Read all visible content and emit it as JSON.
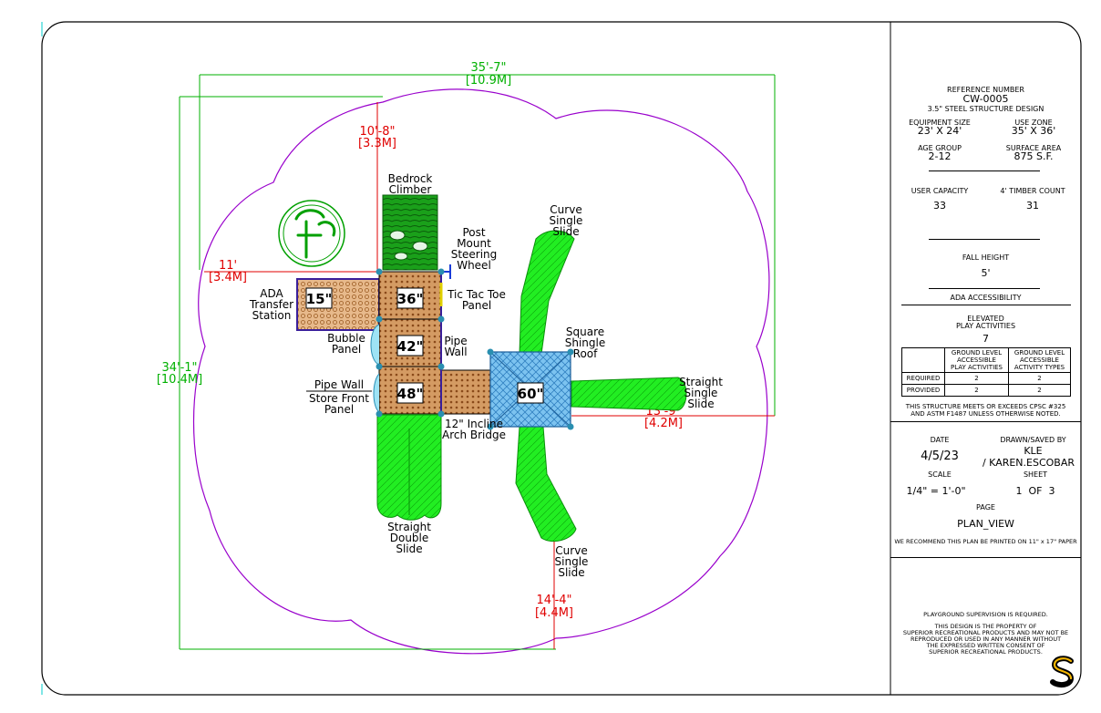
{
  "plan": {
    "labels": {
      "bedrock_climber": [
        "Bedrock",
        "Climber"
      ],
      "post_mount": [
        "Post",
        "Mount",
        "Steering",
        "Wheel"
      ],
      "tic_tac_toe": [
        "Tic Tac Toe",
        "Panel"
      ],
      "ada_transfer": [
        "ADA",
        "Transfer",
        "Station"
      ],
      "bubble_panel": [
        "Bubble",
        "Panel"
      ],
      "pipe_wall": [
        "Pipe",
        "Wall"
      ],
      "pipe_wall_store": [
        "Pipe Wall",
        "Store Front",
        "Panel"
      ],
      "arch_bridge": [
        "12\" Incline",
        "Arch Bridge"
      ],
      "square_roof": [
        "Square",
        "Shingle",
        "Roof"
      ],
      "curve_slide_top": [
        "Curve",
        "Single",
        "Slide"
      ],
      "curve_slide_bottom": [
        "Curve",
        "Single",
        "Slide"
      ],
      "straight_single": [
        "Straight",
        "Single",
        "Slide"
      ],
      "straight_double": [
        "Straight",
        "Double",
        "Slide"
      ]
    },
    "decks": {
      "d15": "15\"",
      "d36": "36\"",
      "d42": "42\"",
      "d48": "48\"",
      "d60": "60\""
    },
    "dims": {
      "width_ft": "35'-7\"",
      "width_m": "[10.9M]",
      "height_ft": "34'-1\"",
      "height_m": "[10.4M]",
      "top_ft": "10'-8\"",
      "top_m": "[3.3M]",
      "left_ft": "11'",
      "left_m": "[3.4M]",
      "right_ft": "13'-9\"",
      "right_m": "[4.2M]",
      "bottom_ft": "14'-4\"",
      "bottom_m": "[4.4M]"
    },
    "colors": {
      "zone": "#9900cc",
      "slide": "#22ee22",
      "deck": "#c87f3c",
      "roof": "#66b4e8",
      "climber": "#148c14",
      "panel": "#3a1f9a",
      "dim_red": "#e00000",
      "dim_green": "#00b000"
    }
  },
  "title_block": {
    "ref_label": "REFERENCE NUMBER",
    "ref_number": "CW-0005",
    "structure": "3.5\" STEEL STRUCTURE DESIGN",
    "equipment_size_label": "EQUIPMENT SIZE",
    "equipment_size": "23' X 24'",
    "use_zone_label": "USE ZONE",
    "use_zone": "35' X 36'",
    "age_group_label": "AGE GROUP",
    "age_group": "2-12",
    "surface_area_label": "SURFACE AREA",
    "surface_area": "875 S.F.",
    "user_capacity_label": "USER CAPACITY",
    "user_capacity": "33",
    "timber_count_label": "4' TIMBER COUNT",
    "timber_count": "31",
    "fall_height_label": "FALL HEIGHT",
    "fall_height": "5'",
    "ada_label": "ADA ACCESSIBILITY",
    "elevated_label_1": "ELEVATED",
    "elevated_label_2": "PLAY ACTIVITIES",
    "elevated_value": "7",
    "table": {
      "col1": [
        "GROUND LEVEL",
        "ACCESSIBLE",
        "PLAY ACTIVITIES"
      ],
      "col2": [
        "GROUND LEVEL",
        "ACCESSIBLE",
        "ACTIVITY TYPES"
      ],
      "rows": [
        {
          "label": "REQUIRED",
          "v1": "2",
          "v2": "2"
        },
        {
          "label": "PROVIDED",
          "v1": "2",
          "v2": "2"
        }
      ]
    },
    "cpsc_1": "THIS STRUCTURE MEETS OR EXCEEDS CPSC #325",
    "cpsc_2": "AND ASTM F1487 UNLESS OTHERWISE NOTED.",
    "date_label": "DATE",
    "date": "4/5/23",
    "drawn_label": "DRAWN/SAVED BY",
    "drawn_1": "KLE",
    "drawn_2": "/ KAREN.ESCOBAR",
    "scale_label": "SCALE",
    "scale": "1/4\" = 1'-0\"",
    "sheet_label": "SHEET",
    "sheet": "1  OF  3",
    "page_label": "PAGE",
    "page": "PLAN_VIEW",
    "print_note": "WE RECOMMEND THIS PLAN BE PRINTED ON 11\" x 17\" PAPER",
    "supervision": "PLAYGROUND SUPERVISION IS REQUIRED.",
    "property": [
      "THIS DESIGN IS THE PROPERTY OF",
      "SUPERIOR RECREATIONAL PRODUCTS AND MAY NOT BE",
      "REPRODUCED OR USED IN ANY MANNER WITHOUT",
      "THE EXPRESSED WRITTEN CONSENT OF",
      "SUPERIOR RECREATIONAL PRODUCTS."
    ]
  }
}
